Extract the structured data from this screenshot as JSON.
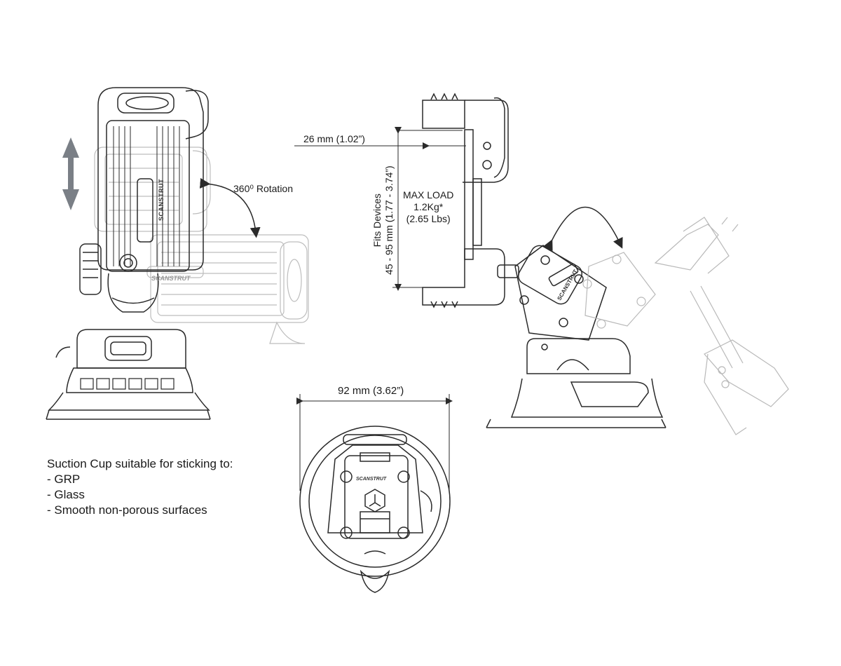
{
  "labels": {
    "rotation": "360⁰ Rotation",
    "clamp_gap": "26 mm (1.02”)",
    "fits_devices_line1": "Fits Devices",
    "fits_devices_line2": "45 - 95 mm (1.77 -  3.74”)",
    "max_load_title": "MAX LOAD",
    "max_load_kg": "1.2Kg*",
    "max_load_lbs": "(2.65 Lbs)",
    "base_diameter": "92 mm (3.62”)"
  },
  "notes": {
    "heading": "Suction Cup suitable for sticking to:",
    "items": [
      "- GRP",
      "- Glass",
      "- Smooth non-porous surfaces"
    ]
  },
  "brand_marks": [
    "SCANSTRUT"
  ],
  "colors": {
    "line": "#2a2a2a",
    "arrow": "#7a7f86",
    "ghost": "#b9b9b9"
  }
}
